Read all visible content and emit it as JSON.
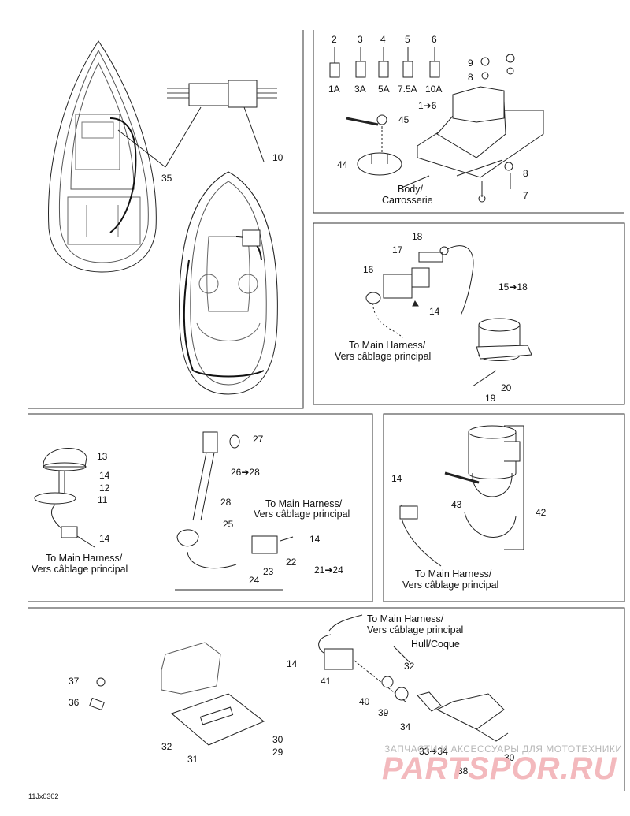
{
  "figure_code": "11Jx0302",
  "fuses": [
    {
      "item": "2",
      "rating": "1A"
    },
    {
      "item": "3",
      "rating": "3A"
    },
    {
      "item": "4",
      "rating": "5A"
    },
    {
      "item": "5",
      "rating": "7.5A"
    },
    {
      "item": "6",
      "rating": "10A"
    }
  ],
  "parts": {
    "p1_6": "1➔6",
    "p7": "7",
    "p8a": "8",
    "p8b": "8",
    "p9": "9",
    "p10": "10",
    "p11": "11",
    "p12": "12",
    "p13": "13",
    "p14a": "14",
    "p14b": "14",
    "p14c": "14",
    "p14d": "14",
    "p14e": "14",
    "p14f": "14",
    "p15_18": "15➔18",
    "p16": "16",
    "p17": "17",
    "p18": "18",
    "p19": "19",
    "p20": "20",
    "p21_24": "21➔24",
    "p22": "22",
    "p23": "23",
    "p24": "24",
    "p25": "25",
    "p26_28": "26➔28",
    "p27": "27",
    "p28": "28",
    "p29": "29",
    "p30a": "30",
    "p30b": "30",
    "p31": "31",
    "p32a": "32",
    "p32b": "32",
    "p33_34": "33➔34",
    "p34": "34",
    "p35": "35",
    "p36": "36",
    "p37": "37",
    "p38": "38",
    "p39": "39",
    "p40": "40",
    "p41": "41",
    "p42": "42",
    "p43": "43",
    "p44": "44",
    "p45": "45"
  },
  "captions": {
    "body_en": "Body/",
    "body_fr": "Carrosserie",
    "hull": "Hull/Coque",
    "harness_en": "To Main Harness/",
    "harness_fr": "Vers câblage principal"
  },
  "watermark": {
    "line1": "ЗАПЧАСТИ И АКСЕССУАРЫ ДЛЯ МОТОТЕХНИКИ",
    "line2": "PARTSPOR.RU"
  }
}
